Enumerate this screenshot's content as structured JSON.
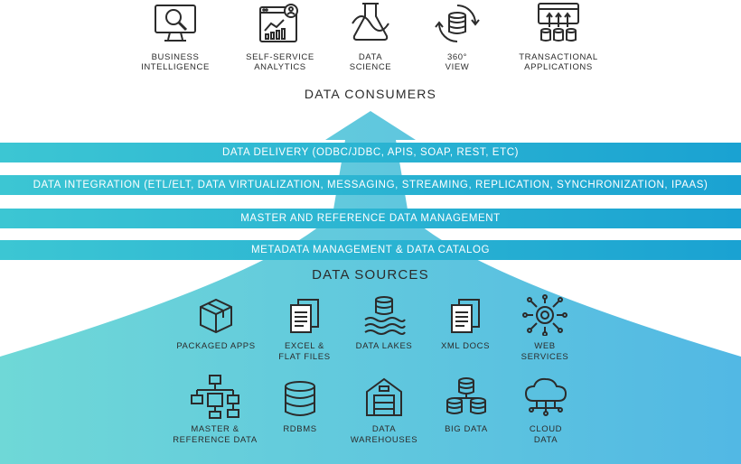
{
  "consumers_title": "DATA CONSUMERS",
  "sources_title": "DATA SOURCES",
  "consumers": [
    {
      "label": "BUSINESS\nINTELLIGENCE",
      "icon": "monitor-magnifier-icon"
    },
    {
      "label": "SELF-SERVICE\nANALYTICS",
      "icon": "analytics-dashboard-icon"
    },
    {
      "label": "DATA\nSCIENCE",
      "icon": "flask-wave-icon"
    },
    {
      "label": "360°\nVIEW",
      "icon": "database-cycle-icon"
    },
    {
      "label": "TRANSACTIONAL\nAPPLICATIONS",
      "icon": "app-window-databases-icon"
    }
  ],
  "bands": [
    "DATA DELIVERY (ODBC/JDBC, APIS, SOAP, REST, ETC)",
    "DATA INTEGRATION (ETL/ELT, DATA VIRTUALIZATION, MESSAGING, STREAMING, REPLICATION, SYNCHRONIZATION, IPAAS)",
    "MASTER AND REFERENCE DATA MANAGEMENT",
    "METADATA MANAGEMENT & DATA CATALOG"
  ],
  "sources": [
    {
      "label": "PACKAGED APPS",
      "icon": "package-box-icon"
    },
    {
      "label": "EXCEL &\nFLAT FILES",
      "icon": "documents-icon"
    },
    {
      "label": "DATA LAKES",
      "icon": "database-waves-icon"
    },
    {
      "label": "XML DOCS",
      "icon": "xml-documents-icon"
    },
    {
      "label": "WEB\nSERVICES",
      "icon": "gear-network-icon"
    },
    {
      "label": "MASTER &\nREFERENCE DATA",
      "icon": "hierarchy-icon"
    },
    {
      "label": "RDBMS",
      "icon": "database-icon"
    },
    {
      "label": "DATA\nWAREHOUSES",
      "icon": "warehouse-icon"
    },
    {
      "label": "BIG DATA",
      "icon": "database-cluster-icon"
    },
    {
      "label": "CLOUD\nDATA",
      "icon": "cloud-network-icon"
    }
  ],
  "colors": {
    "band_left": "#3cc6d3",
    "band_right": "#1aa2d2",
    "shape_left": "#6fd8d7",
    "shape_right": "#52b8e4",
    "text_dark": "#2b2b2b"
  }
}
